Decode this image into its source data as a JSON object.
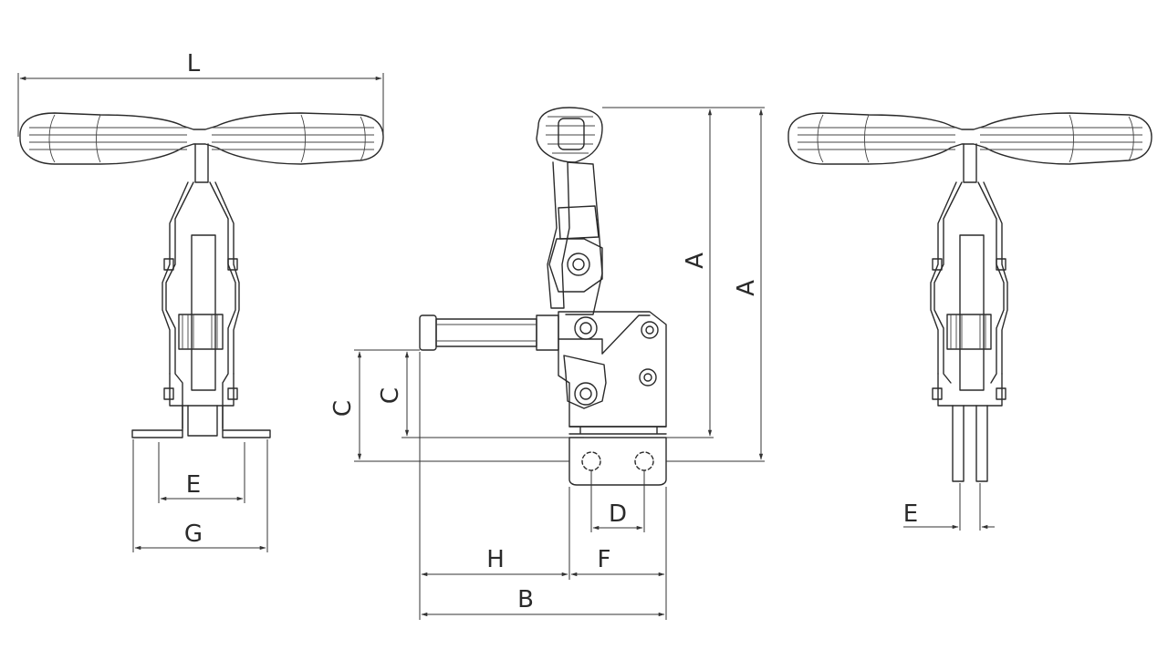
{
  "drawing": {
    "left_view": {
      "labels": {
        "L": "L",
        "E": "E",
        "G": "G"
      }
    },
    "center_view": {
      "labels": {
        "A1": "A",
        "A2": "A",
        "C1": "C",
        "C2": "C",
        "D": "D",
        "H": "H",
        "F": "F",
        "B": "B"
      }
    },
    "right_view": {
      "labels": {
        "E": "E"
      }
    },
    "line_color": "#2a2a2a"
  }
}
